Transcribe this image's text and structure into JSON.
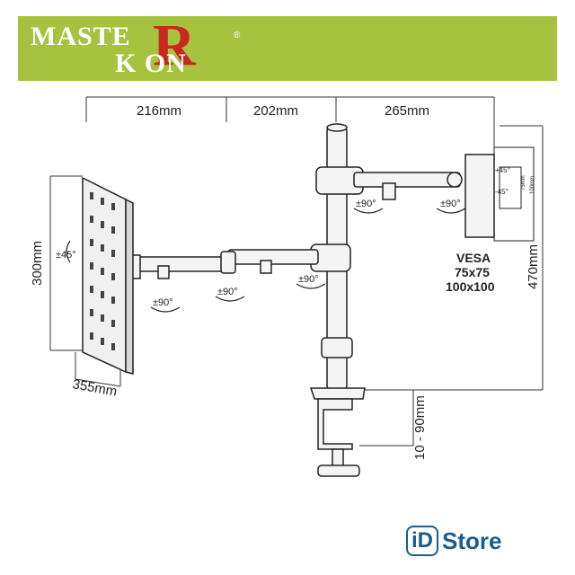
{
  "brand": {
    "line1": "MASTE",
    "big_letter": "R",
    "line2": "K  ON",
    "registered": "®",
    "banner_color": "#a7c23e",
    "accent_color": "#c8281e"
  },
  "dimensions": {
    "arm_left": "216mm",
    "arm_mid": "202mm",
    "arm_right": "265mm",
    "panel_height": "300mm",
    "panel_width": "355mm",
    "pole_height": "470mm",
    "clamp_range": "10 - 90mm"
  },
  "angles": {
    "tilt_left": "±45°",
    "tilt_right_top": "+45°",
    "tilt_right_bottom": "-45°",
    "swivel_1": "±90°",
    "swivel_2": "±90°",
    "swivel_3": "±90°",
    "swivel_4": "±90°",
    "swivel_5": "±90°"
  },
  "plate_labels": {
    "small": "75mm",
    "large": "100mm"
  },
  "vesa": {
    "title": "VESA",
    "size1": "75x75",
    "size2": "100x100"
  },
  "store": {
    "badge": "iD",
    "name": "Store",
    "color": "#1a5c8c"
  }
}
